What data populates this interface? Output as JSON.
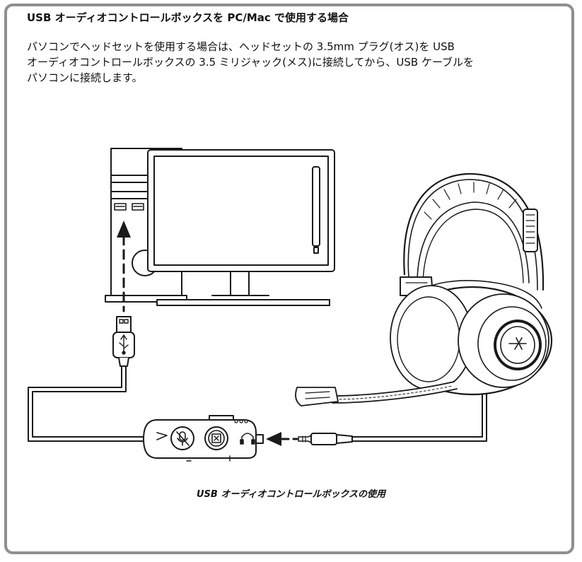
{
  "heading": "USB オーディオコントロールボックスを PC/Mac で使用する場合",
  "intro_lines": [
    "パソコンでヘッドセットを使用する場合は、ヘッドセットの 3.5mm プラグ(オス)を USB",
    "オーディオコントロールボックスの 3.5 ミリジャック(メス)に接続してから、USB ケーブルを",
    "パソコンに接続します。"
  ],
  "caption": "USB オーディオコントロールボックスの使用",
  "colors": {
    "frame": "#8f8f8f",
    "line": "#1a1a1a",
    "background": "#ffffff"
  },
  "icons": [
    "usb-icon",
    "mic-mute-icon",
    "headphone-jack-icon",
    "brand-logo-icon"
  ]
}
